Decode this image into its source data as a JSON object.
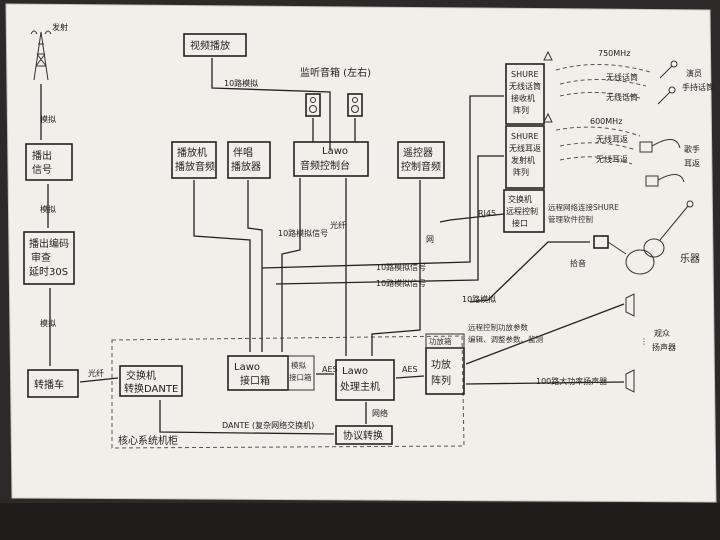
{
  "nodes": {
    "broadcast": [
      "播出",
      "信号"
    ],
    "encoder": [
      "播出编码",
      "审查",
      "延时30S"
    ],
    "relay": "转播车",
    "switch": [
      "交换机",
      "转换DANTE"
    ],
    "video": "视频播放",
    "monitor_speakers": "监听音箱 (左右)",
    "playback_a": [
      "播放机",
      "播放音频"
    ],
    "playback_b": [
      "伴唱",
      "播放器"
    ],
    "console": [
      "Lawo",
      "音频控制台"
    ],
    "remote": [
      "遥控器",
      "控制音频"
    ],
    "shure_a": [
      "SHURE",
      "无线话筒",
      "接收机",
      "阵列"
    ],
    "shure_b": [
      "SHURE",
      "无线耳返",
      "发射机",
      "阵列"
    ],
    "switcher": [
      "交换机",
      "远程控制",
      "接口"
    ],
    "stage_box": [
      "Lawo",
      "接口箱"
    ],
    "stage_sub": [
      "模拟",
      "接口箱"
    ],
    "processor": [
      "Lawo",
      "处理主机"
    ],
    "amp": [
      "功放",
      "阵列"
    ],
    "amp_label": "功放箱",
    "protocol": "协议转换",
    "mic_label": [
      "演员",
      "手持话筒"
    ],
    "iem_label": [
      "歌手",
      "耳返"
    ],
    "instrument_label": "乐器",
    "pickup_label": "拾音",
    "speaker_label": [
      "观众",
      "扬声器"
    ],
    "core_label": "核心系统机柜",
    "antenna_label": "发射"
  },
  "edges": {
    "up1": "模拟",
    "up2": "模拟",
    "up3": "模拟",
    "fiber": "光纤",
    "video_audio": "10路模拟",
    "mic_freq": "750MHz",
    "iem_freq": "600MHz",
    "wireless_mic": "无线话筒",
    "wireless_mic2": "无线话筒",
    "wireless_iem": "无线耳返",
    "wireless_iem2": "无线耳返",
    "shure_net": "远程网络连接SHURE",
    "shure_net2": "管理软件控制",
    "aes_mid": "AES",
    "optical": "光纤",
    "analog_a": "10路模拟信号",
    "analog_b": "10路模拟信号",
    "analog_c": "10路模拟信号",
    "aes_small": "AES",
    "net": "网",
    "rj45": "RJ45",
    "remote_note": [
      "远程控制功放参数",
      "编辑、调整参数、监测"
    ],
    "speaker_line": "100路大功率扬声器",
    "dante": "DANTE (复杂网络交换机)",
    "network": "网络"
  }
}
